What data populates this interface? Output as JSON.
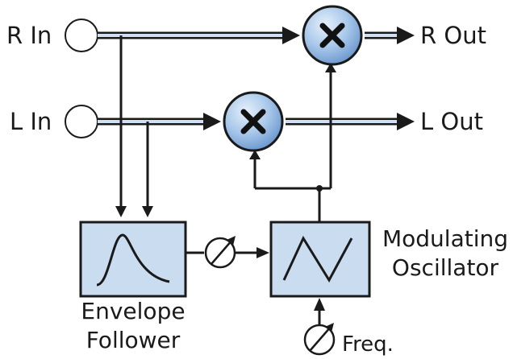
{
  "labels": {
    "r_in": "R In",
    "l_in": "L In",
    "r_out": "R Out",
    "l_out": "L Out",
    "env_line1": "Envelope",
    "env_line2": "Follower",
    "osc_line1": "Modulating",
    "osc_line2": "Oscillator",
    "freq": "Freq."
  },
  "colors": {
    "block_fill": "#c9dcf0",
    "multiplier_fill": "#a9c8ea",
    "stroke": "#1a1a1a",
    "signal_bus_highlight": "#ffffff"
  },
  "icons": {
    "multiplier": "multiply-icon",
    "envelope": "envelope-curve-icon",
    "oscillator": "triangle-wave-icon",
    "variable_control": "variable-knob-icon",
    "input": "input-jack-icon"
  }
}
